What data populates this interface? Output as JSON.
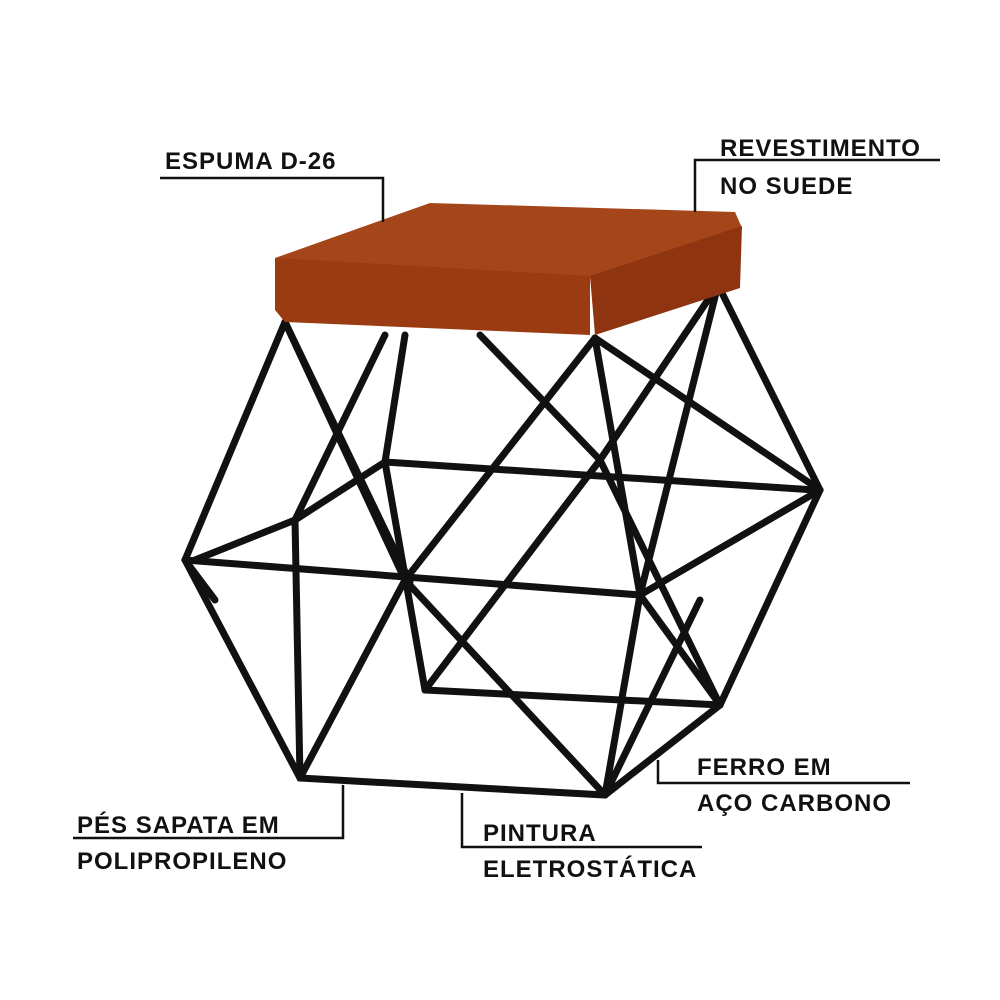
{
  "product": {
    "seat_color": "#9b3b12",
    "frame_color": "#111111"
  },
  "callouts": {
    "foam": {
      "line1": "ESPUMA D-26"
    },
    "upholstery": {
      "line1": "REVESTIMENTO",
      "line2": "NO SUEDE"
    },
    "iron": {
      "line1": "FERRO EM",
      "line2": "AÇO CARBONO"
    },
    "feet": {
      "line1": "PÉS SAPATA EM",
      "line2": "POLIPROPILENO"
    },
    "paint": {
      "line1": "PINTURA",
      "line2": "ELETROSTÁTICA"
    }
  }
}
